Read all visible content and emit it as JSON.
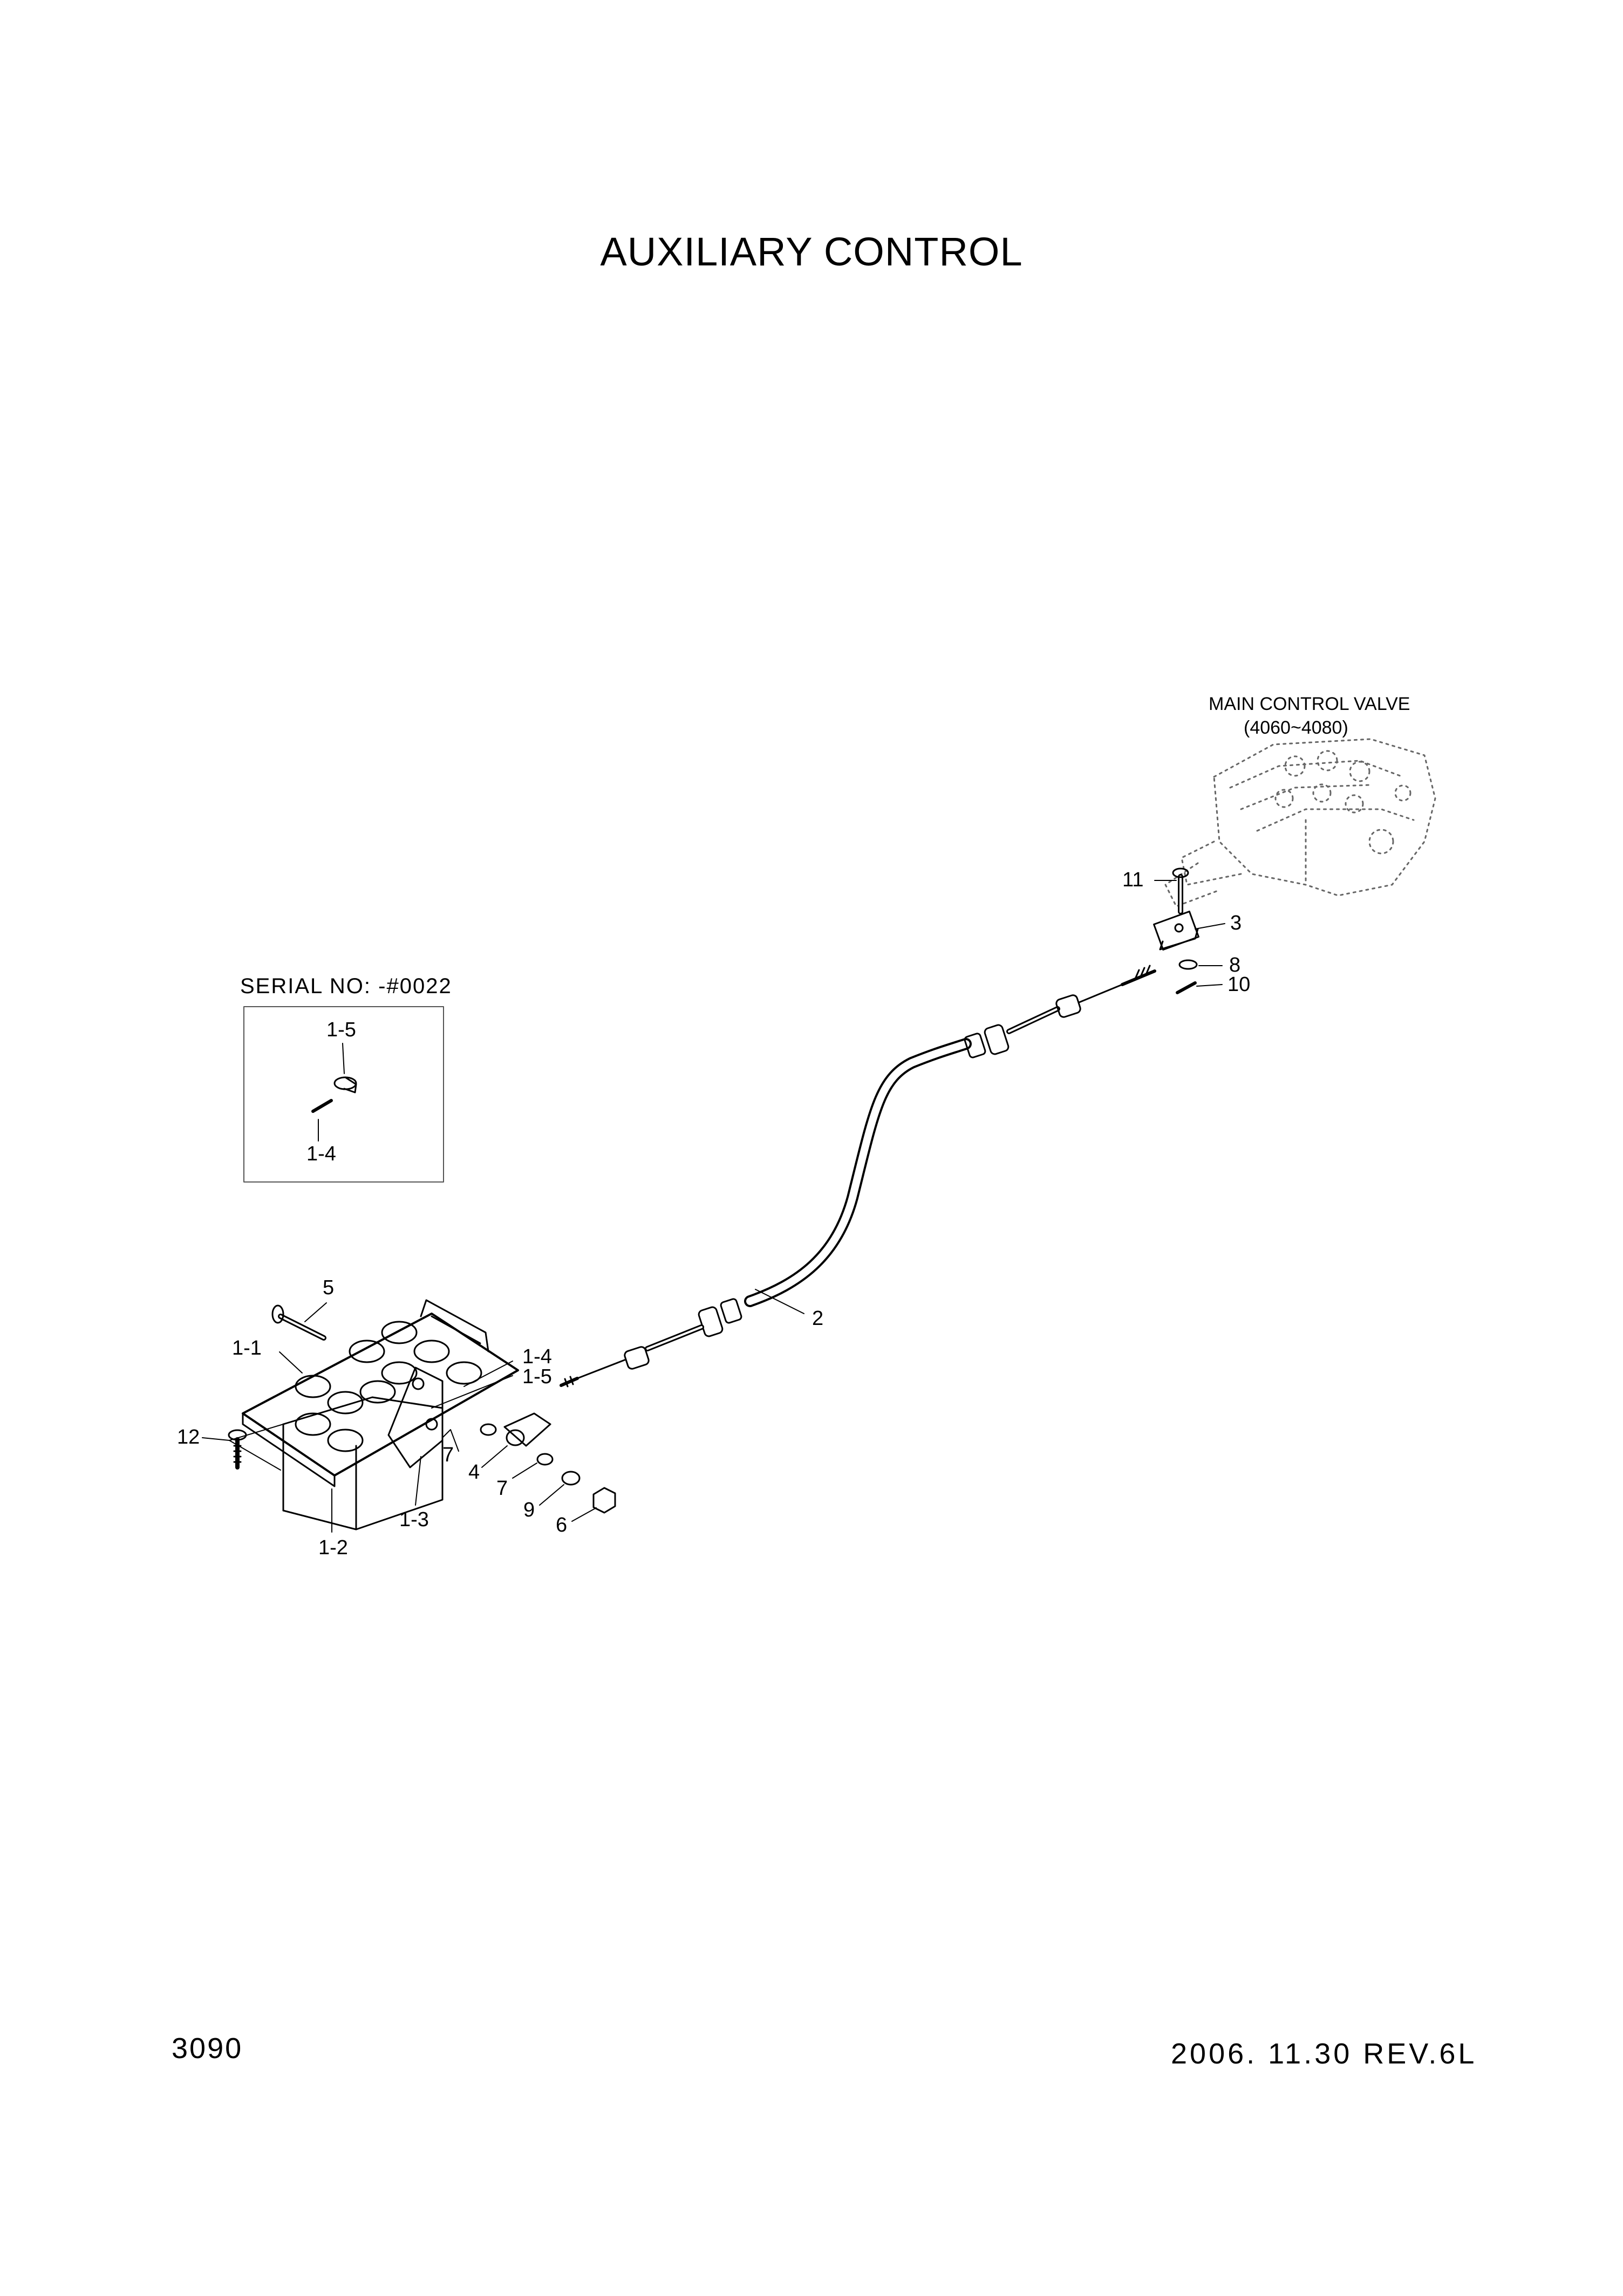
{
  "title": "AUXILIARY CONTROL",
  "footer": {
    "page_number": "3090",
    "date_rev": "2006. 11.30  REV.6L"
  },
  "main_control_valve": {
    "label": "MAIN CONTROL VALVE",
    "range": "(4060~4080)"
  },
  "inset": {
    "label": "SERIAL NO: -#0022",
    "callouts": [
      "1-5",
      "1-4"
    ]
  },
  "callouts": [
    "11",
    "3",
    "8",
    "10",
    "2",
    "5",
    "1-1",
    "1-4",
    "1-5",
    "12",
    "7",
    "4",
    "7",
    "9",
    "6",
    "1-2",
    "1-3"
  ]
}
